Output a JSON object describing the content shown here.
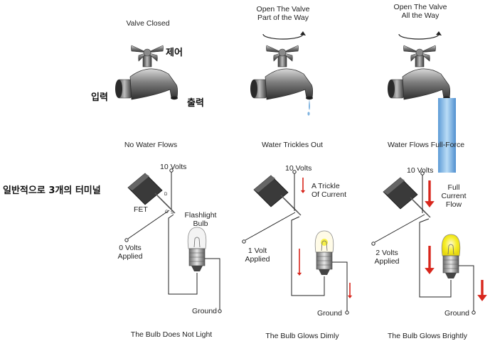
{
  "panels": [
    {
      "header": "Valve Closed",
      "faucet_label": "No Water Flows",
      "water_flow": 0,
      "volts_top": "10 Volts",
      "gate_label": "0 Volts\nApplied",
      "fet_label": "FET",
      "pin_d": "D",
      "pin_g": "G",
      "pin_s": "S",
      "bulb_label": "Flashlight\nBulb",
      "current_label": "",
      "ground_label": "Ground",
      "caption": "The Bulb Does Not Light",
      "bulb_glow": 0
    },
    {
      "header": "Open The Valve\nPart of the Way",
      "faucet_label": "Water Trickles Out",
      "water_flow": 0.3,
      "volts_top": "10 Volts",
      "gate_label": "1 Volt\nApplied",
      "current_label": "A Trickle\nOf Current",
      "ground_label": "Ground",
      "caption": "The Bulb Glows Dimly",
      "bulb_glow": 0.4
    },
    {
      "header": "Open The Valve\nAll the Way",
      "faucet_label": "Water Flows Full-Force",
      "water_flow": 1,
      "volts_top": "10 Volts",
      "gate_label": "2 Volts\nApplied",
      "current_label": "Full\nCurrent\nFlow",
      "ground_label": "Ground",
      "caption": "The Bulb Glows Brightly",
      "bulb_glow": 1
    }
  ],
  "korean": {
    "control": "제어",
    "input": "입력",
    "output": "출력",
    "three_terminals": "일반적으로 3개의 터미널"
  },
  "colors": {
    "wire": "#222222",
    "arrow": "#d8261c",
    "water": "#7fb3e0",
    "glow": "#f6ee2a"
  }
}
